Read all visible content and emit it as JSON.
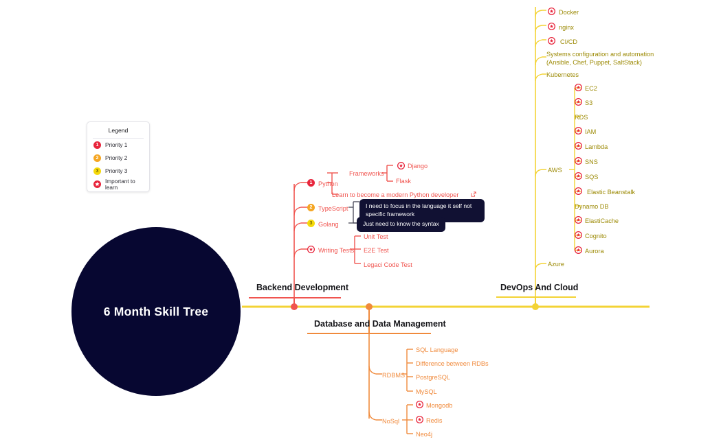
{
  "center": {
    "label": "6 Month Skill Tree"
  },
  "legend": {
    "title": "Legend",
    "items": [
      {
        "glyph": "1",
        "label": "Priority 1",
        "color": "#e8253c"
      },
      {
        "glyph": "2",
        "label": "Priority 2",
        "color": "#f5a623"
      },
      {
        "glyph": "3",
        "label": "Priority 3",
        "color": "#f5d90a"
      },
      {
        "glyph": "star",
        "label": "Important to learn",
        "color": "#e8253c"
      }
    ]
  },
  "branches": {
    "backend": {
      "title": "Backend Development",
      "color": "#f0544f",
      "items": {
        "python": "Python",
        "frameworks": "Frameworks",
        "django": "Django",
        "flask": "Flask",
        "learn_link": "Learn to become a modern Python developer",
        "typescript": "TypeScript",
        "golang": "Golang",
        "writing_tests": "Writing Tests",
        "unit_test": "Unit Test",
        "e2e_test": "E2E Test",
        "legacy_test": "Legaci Code Test"
      },
      "tooltips": {
        "typescript": "I need to focus in the language it self not specific framework",
        "golang": "Just need to know the syntax"
      }
    },
    "database": {
      "title": "Database and Data Management",
      "color": "#f08a3c",
      "items": {
        "rdbms": "RDBMS",
        "sql_language": "SQL Language",
        "difference": "Difference between RDBs",
        "postgresql": "PostgreSQL",
        "mysql": "MySQL",
        "nosql": "NoSql",
        "mongodb": "Mongodb",
        "redis": "Redis",
        "neo4j": "Neo4j"
      }
    },
    "devops": {
      "title": "DevOps And Cloud",
      "color": "#f3d335",
      "items": {
        "docker": "Docker",
        "nginx": "nginx",
        "cicd": "CI/CD",
        "sysconfig": "Systems configuration and automation\n(Ansible, Chef, Puppet, SaltStack)",
        "kubernetes": "Kubernetes",
        "aws": "AWS",
        "azure": "Azure",
        "ec2": "EC2",
        "s3": "S3",
        "rds": "RDS",
        "iam": "IAM",
        "lambda": "Lambda",
        "sns": "SNS",
        "sqs": "SQS",
        "beanstalk": "Elastic Beanstalk",
        "dynamodb": "Dynamo DB",
        "elasticache": "ElastiCache",
        "cognito": "Cognito",
        "aurora": "Aurora"
      }
    }
  },
  "colors": {
    "hub_bg": "#070731",
    "trunk": "#f3d335",
    "red": "#f0544f",
    "orange": "#f08a3c",
    "gold_text": "#9c8a05",
    "tooltip_bg": "#111133"
  }
}
